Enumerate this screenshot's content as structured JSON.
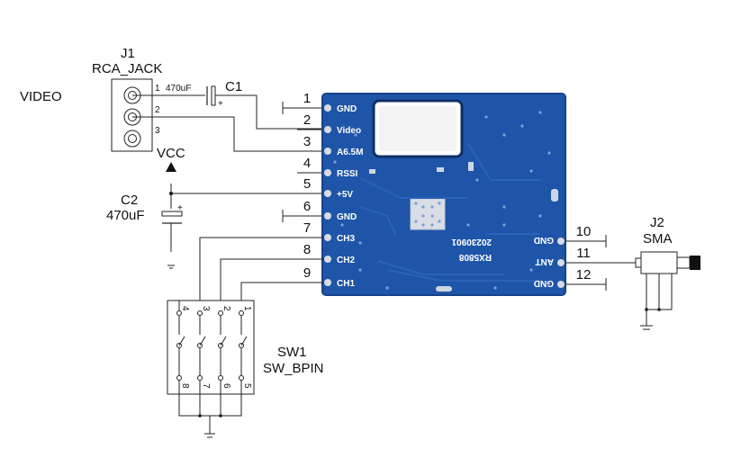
{
  "labels": {
    "video": "VIDEO",
    "j1_ref": "J1",
    "j1_name": "RCA_JACK",
    "j1_cap": "470uF",
    "j1_pin1": "1",
    "j1_pin2": "2",
    "j1_pin3": "3",
    "c1": "C1",
    "vcc": "VCC",
    "c2_ref": "C2",
    "c2_val": "470uF",
    "j2_ref": "J2",
    "j2_name": "SMA",
    "sw_ref": "SW1",
    "sw_name": "SW_BPIN"
  },
  "module": {
    "model": "RX5808",
    "date": "20230901",
    "left_pins": [
      {
        "num": "1",
        "name": "GND"
      },
      {
        "num": "2",
        "name": "Video"
      },
      {
        "num": "3",
        "name": "A6.5M"
      },
      {
        "num": "4",
        "name": "RSSI"
      },
      {
        "num": "5",
        "name": "+5V"
      },
      {
        "num": "6",
        "name": "GND"
      },
      {
        "num": "7",
        "name": "CH3"
      },
      {
        "num": "8",
        "name": "CH2"
      },
      {
        "num": "9",
        "name": "CH1"
      }
    ],
    "right_pins": [
      {
        "num": "10",
        "name": "GND"
      },
      {
        "num": "11",
        "name": "ANT"
      },
      {
        "num": "12",
        "name": "GND"
      }
    ]
  },
  "switch": {
    "top_pins": [
      "4",
      "3",
      "2",
      "1"
    ],
    "bottom_pins": [
      "8",
      "7",
      "6",
      "5"
    ]
  },
  "colors": {
    "board": "#1f55a8",
    "board_dark": "#174489",
    "trace": "#2a62b8"
  }
}
